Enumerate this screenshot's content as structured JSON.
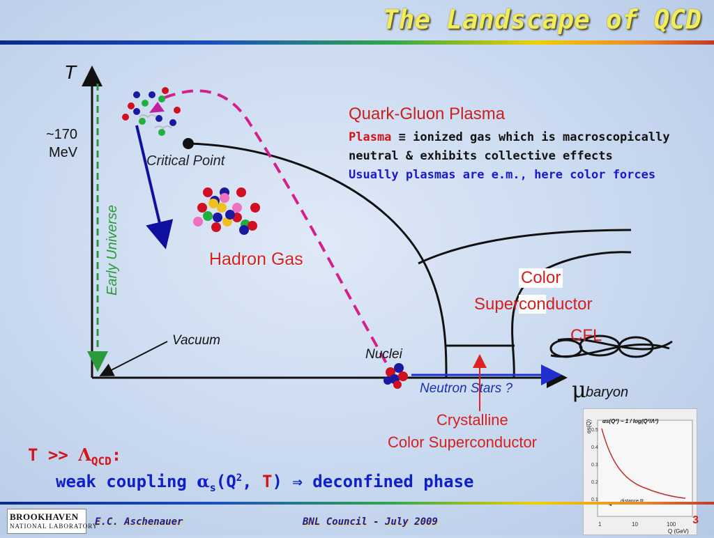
{
  "slide": {
    "title": "The Landscape of QCD",
    "page_number": "3"
  },
  "diagram": {
    "axis_y_label": "T",
    "axis_x_label_mu": "μ",
    "axis_x_label_sub": "baryon",
    "temp_label_1": "~170",
    "temp_label_2": "MeV",
    "early_universe": "Early Universe",
    "critical_point": "Critical Point",
    "hadron_gas": "Hadron Gas",
    "vacuum": "Vacuum",
    "nuclei": "Nuclei",
    "neutron_stars": "Neutron  Stars ?",
    "color_sc_1": "Color",
    "color_sc_2a": "Super",
    "color_sc_2b": "con",
    "color_sc_2c": "ductor",
    "cfl": "CFL",
    "crystalline_1": "Crystalline",
    "crystalline_2": "Color Superconductor"
  },
  "qgp": {
    "title": "Quark-Gluon Plasma",
    "plasma_word": "Plasma",
    "definition_1": " ≡ ionized gas which is macroscopically",
    "definition_2": "neutral & exhibits collective effects",
    "note": "Usually plasmas are e.m., here color forces"
  },
  "bottom": {
    "line1_T": "T >> ",
    "line1_lambda": "Λ",
    "line1_sub": "QCD",
    "line1_colon": ":",
    "line2_a": "weak coupling ",
    "line2_alpha": "α",
    "line2_sub": "s",
    "line2_b": "(Q",
    "line2_sup": "2",
    "line2_c": ", ",
    "line2_T": "T",
    "line2_d": ") ⇒ deconfined phase"
  },
  "footer": {
    "logo_line1": "BROOKHAVEN",
    "logo_line2": "NATIONAL LABORATORY",
    "author": "E.C. Aschenauer",
    "event": "BNL Council - July 2009"
  },
  "inset": {
    "formula": "αs(Q²) ~ 1 / log(Q²/Λ²)",
    "y_label": "αs(Q)",
    "x_label": "Q (GeV)",
    "distance_label": "distance R",
    "y_ticks": [
      "0.5",
      "0.4",
      "0.3",
      "0.2",
      "0.1"
    ],
    "x_ticks": [
      "1",
      "10",
      "100"
    ]
  },
  "colors": {
    "title": "#f2ec5a",
    "red_text": "#d4141a",
    "blue_text": "#1020c8",
    "early_universe_green": "#2a9a3a",
    "dashed_magenta": "#d4208a"
  }
}
